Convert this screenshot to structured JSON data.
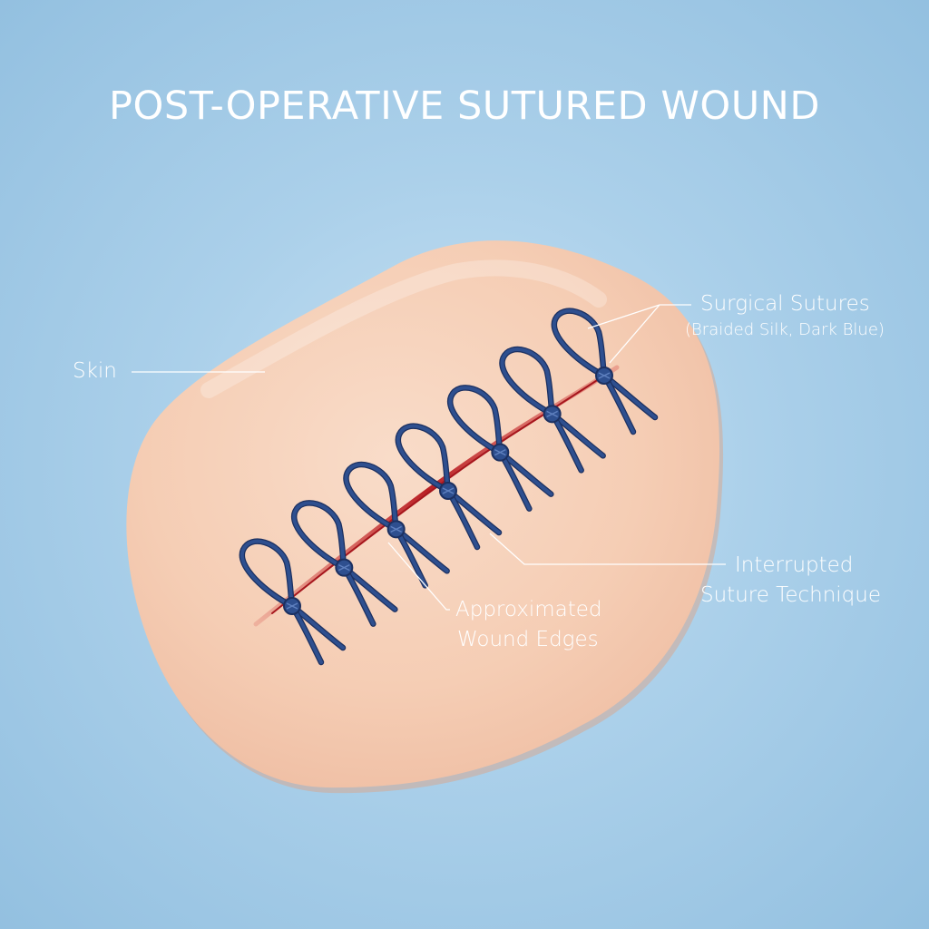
{
  "title": "POST-OPERATIVE SUTURED WOUND",
  "labels": {
    "skin": "Skin",
    "sutures_title": "Surgical Sutures",
    "sutures_subtitle": "(Braided Silk, Dark Blue)",
    "technique_line1": "Interrupted",
    "technique_line2": "Suture Technique",
    "edges_line1": "Approximated",
    "edges_line2": "Wound Edges"
  },
  "colors": {
    "skin": "#f6cfb7",
    "suture": "#2e4f8f",
    "incision": "#c62a2a",
    "label": "#ffffff"
  },
  "suture_count": 7
}
